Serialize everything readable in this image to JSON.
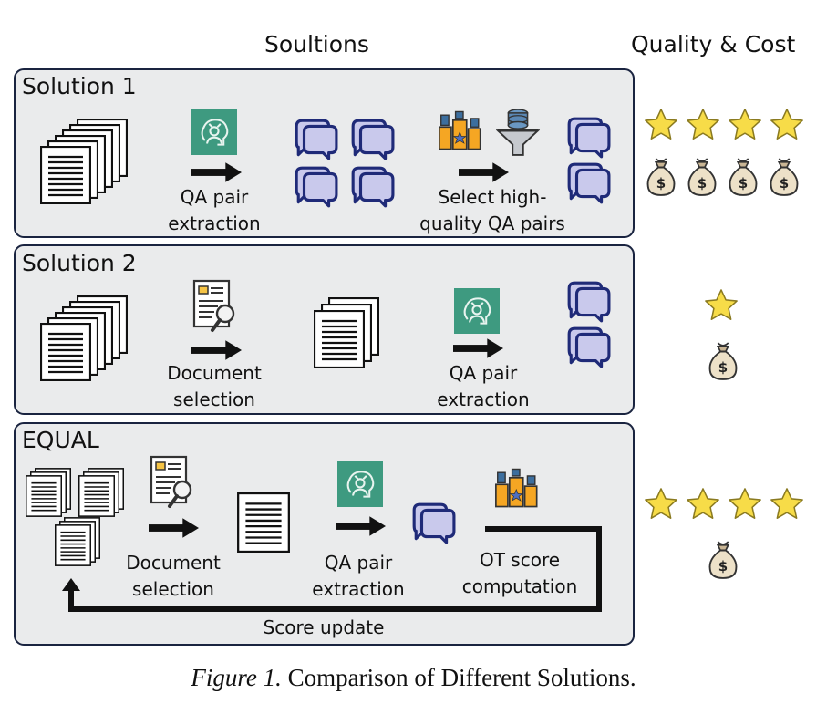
{
  "header": {
    "solutions": "Soultions",
    "quality_cost": "Quality & Cost"
  },
  "panels": {
    "solution1": {
      "title": "Solution 1",
      "step1_line1": "QA pair",
      "step1_line2": "extraction",
      "step2_line1": "Select high-",
      "step2_line2": "quality QA pairs"
    },
    "solution2": {
      "title": "Solution 2",
      "step1_line1": "Document",
      "step1_line2": "selection",
      "step2_line1": "QA pair",
      "step2_line2": "extraction"
    },
    "equal": {
      "title": "EQUAL",
      "step1_line1": "Document",
      "step1_line2": "selection",
      "step2_line1": "QA pair",
      "step2_line2": "extraction",
      "step3_line1": "OT score",
      "step3_line2": "computation",
      "feedback": "Score update"
    }
  },
  "ratings": {
    "solution1": {
      "quality_stars": 4,
      "cost_bags": 4
    },
    "solution2": {
      "quality_stars": 1,
      "cost_bags": 1
    },
    "equal": {
      "quality_stars": 4,
      "cost_bags": 1
    }
  },
  "icons": {
    "money_bag_symbol": "$"
  },
  "caption": {
    "figure": "Figure 1.",
    "text": "Comparison of Different Solutions."
  },
  "colors": {
    "panel_bg": "#eaebec",
    "panel_border": "#1a2440",
    "bubble_fill": "#c9c9ec",
    "bubble_stroke": "#1f2a78",
    "star": "#f7dc48",
    "ai_chip": "#3e9a80"
  }
}
